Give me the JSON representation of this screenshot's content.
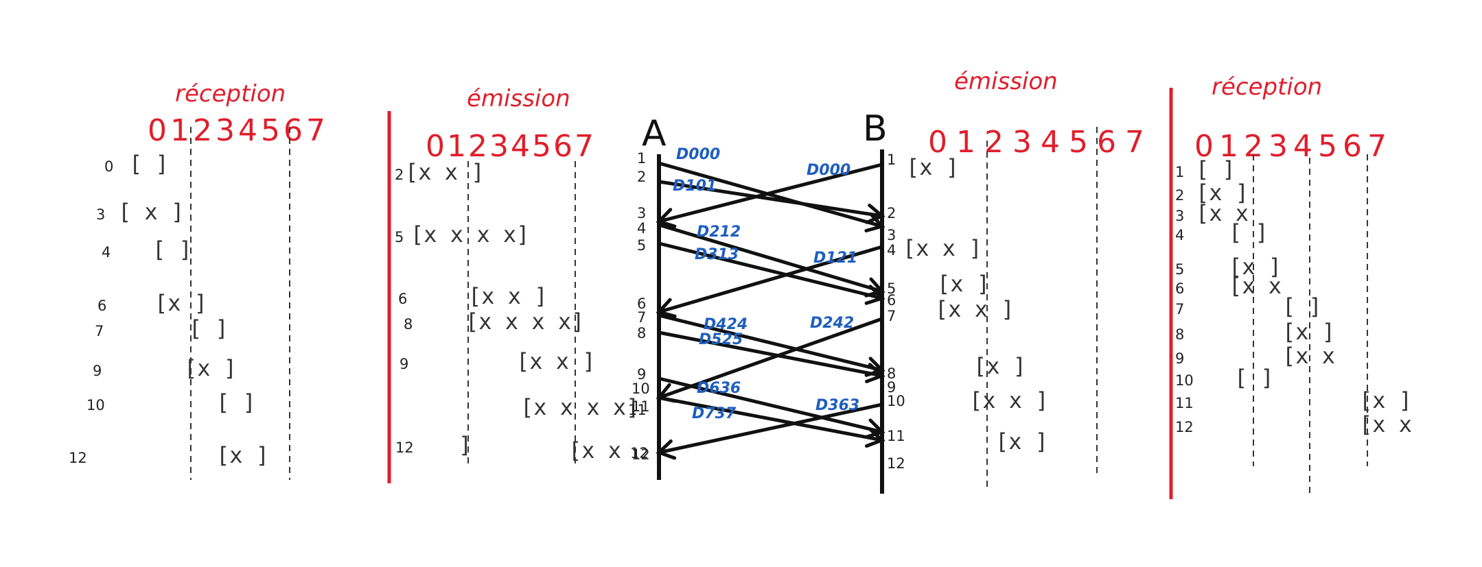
{
  "colors": {
    "accent": "#e01e2b",
    "message": "#1e5fbf",
    "ink": "#111111"
  },
  "headers": {
    "left_reception": "réception",
    "left_emission": "émission",
    "right_emission": "émission",
    "right_reception": "réception"
  },
  "nodes": {
    "a": "A",
    "b": "B"
  },
  "digit_rows": {
    "left_reception": [
      "0",
      "1",
      "2",
      "3",
      "4",
      "5",
      "6",
      "7"
    ],
    "left_emission": [
      "0",
      "1",
      "2",
      "3",
      "4",
      "5",
      "6",
      "7"
    ],
    "right_emission": [
      "0",
      "1",
      "2",
      "3",
      "4",
      "5",
      "6",
      "7"
    ],
    "right_reception": [
      "0",
      "1",
      "2",
      "3",
      "4",
      "5",
      "6",
      "7"
    ]
  },
  "left_reception": {
    "labels": [
      "0",
      "3",
      "4",
      "6",
      "7",
      "9",
      "10",
      "12"
    ],
    "frames": [
      "[      ]",
      "[ x    ]",
      "[      ]",
      "[x     ]",
      "[      ]",
      "[x     ]",
      "[      ]",
      "[x     ]"
    ]
  },
  "left_emission": {
    "labels": [
      "2",
      "5",
      "6",
      "8",
      "9",
      "11",
      "12"
    ],
    "frames": [
      "[x x   ]",
      "[x x x x]",
      "[x x   ]",
      "[x x x x]",
      "[x x   ]",
      "[x x x x]",
      "[x x"
    ],
    "last_label": "12",
    "stub": "]"
  },
  "a_ticks": [
    "1",
    "2",
    "3",
    "4",
    "5",
    "6",
    "7",
    "8",
    "9",
    "10",
    "11",
    "12"
  ],
  "b_ticks": [
    "1",
    "2",
    "3",
    "4",
    "5",
    "6",
    "7",
    "8",
    "9",
    "10",
    "11",
    "12"
  ],
  "messages_a_to_b": [
    "D000",
    "D101",
    "D212",
    "D313",
    "D424",
    "D525",
    "D636",
    "D737"
  ],
  "messages_b_to_a": [
    "D000",
    "D121",
    "D242",
    "D363"
  ],
  "right_emission": {
    "frames": [
      "[x     ]",
      "[x x   ]",
      "[x     ]",
      "[x x   ]",
      "[x     ]",
      "[x x   ]",
      "[x     ]"
    ]
  },
  "right_reception": {
    "labels": [
      "1",
      "2",
      "3",
      "4",
      "5",
      "6",
      "7",
      "8",
      "9",
      "10",
      "11",
      "12"
    ],
    "frames": [
      "[  ]",
      "[x ]",
      "[x x",
      "[   ]",
      "[x  ]",
      "[x x",
      "[   ]",
      "[x  ]",
      "[x x",
      "[   ]",
      "[x  ]",
      "[x x"
    ]
  }
}
